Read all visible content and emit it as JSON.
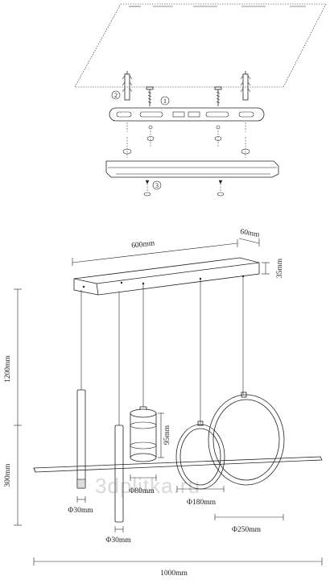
{
  "watermark": "3dplitka.ru",
  "callouts": {
    "one": "1",
    "two": "2",
    "three": "3"
  },
  "dimensions": {
    "canopy_length": "600mm",
    "canopy_width": "60mm",
    "canopy_height": "35mm",
    "total_height": "1200mm",
    "drop_height": "300mm",
    "cylinder_height": "95mm",
    "total_width": "1000mm",
    "rod_diameter_1": "Φ30mm",
    "rod_diameter_2": "Φ30mm",
    "cylinder_diameter": "Φ80mm",
    "small_ring_diameter": "Φ180mm",
    "large_ring_diameter": "Φ250mm"
  }
}
